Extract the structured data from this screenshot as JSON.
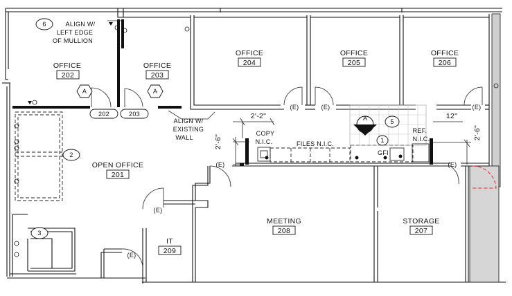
{
  "rooms": [
    {
      "key": "office202",
      "name": "OFFICE",
      "number": "202"
    },
    {
      "key": "office203",
      "name": "OFFICE",
      "number": "203"
    },
    {
      "key": "office204",
      "name": "OFFICE",
      "number": "204"
    },
    {
      "key": "office205",
      "name": "OFFICE",
      "number": "205"
    },
    {
      "key": "office206",
      "name": "OFFICE",
      "number": "206"
    },
    {
      "key": "open201",
      "name": "OPEN OFFICE",
      "number": "201"
    },
    {
      "key": "meeting208",
      "name": "MEETING",
      "number": "208"
    },
    {
      "key": "storage207",
      "name": "STORAGE",
      "number": "207"
    },
    {
      "key": "it209",
      "name": "IT",
      "number": "209"
    }
  ],
  "notes": {
    "align_mullion": [
      "ALIGN W/",
      "LEFT EDGE",
      "OF MULLION"
    ],
    "align_wall": [
      "ALIGN W/",
      "EXISTING",
      "WALL"
    ],
    "copy": [
      "COPY",
      "N.I.C."
    ],
    "files": "FILES N.I.C.",
    "ref": [
      "REF.",
      "N.I.C."
    ],
    "gfi": "GFI"
  },
  "dimensions": {
    "d1": "2'-2\"",
    "d2": "12\"",
    "d3": "2'-6\"",
    "d4": "2'-6\""
  },
  "keynotes": {
    "k6": "6",
    "k2": "2",
    "k3": "3",
    "k5": "5",
    "k1": "1"
  },
  "tags": {
    "existing": "(E)",
    "type_a": "A",
    "door202": "202",
    "door203": "203",
    "elev_a": "A"
  }
}
